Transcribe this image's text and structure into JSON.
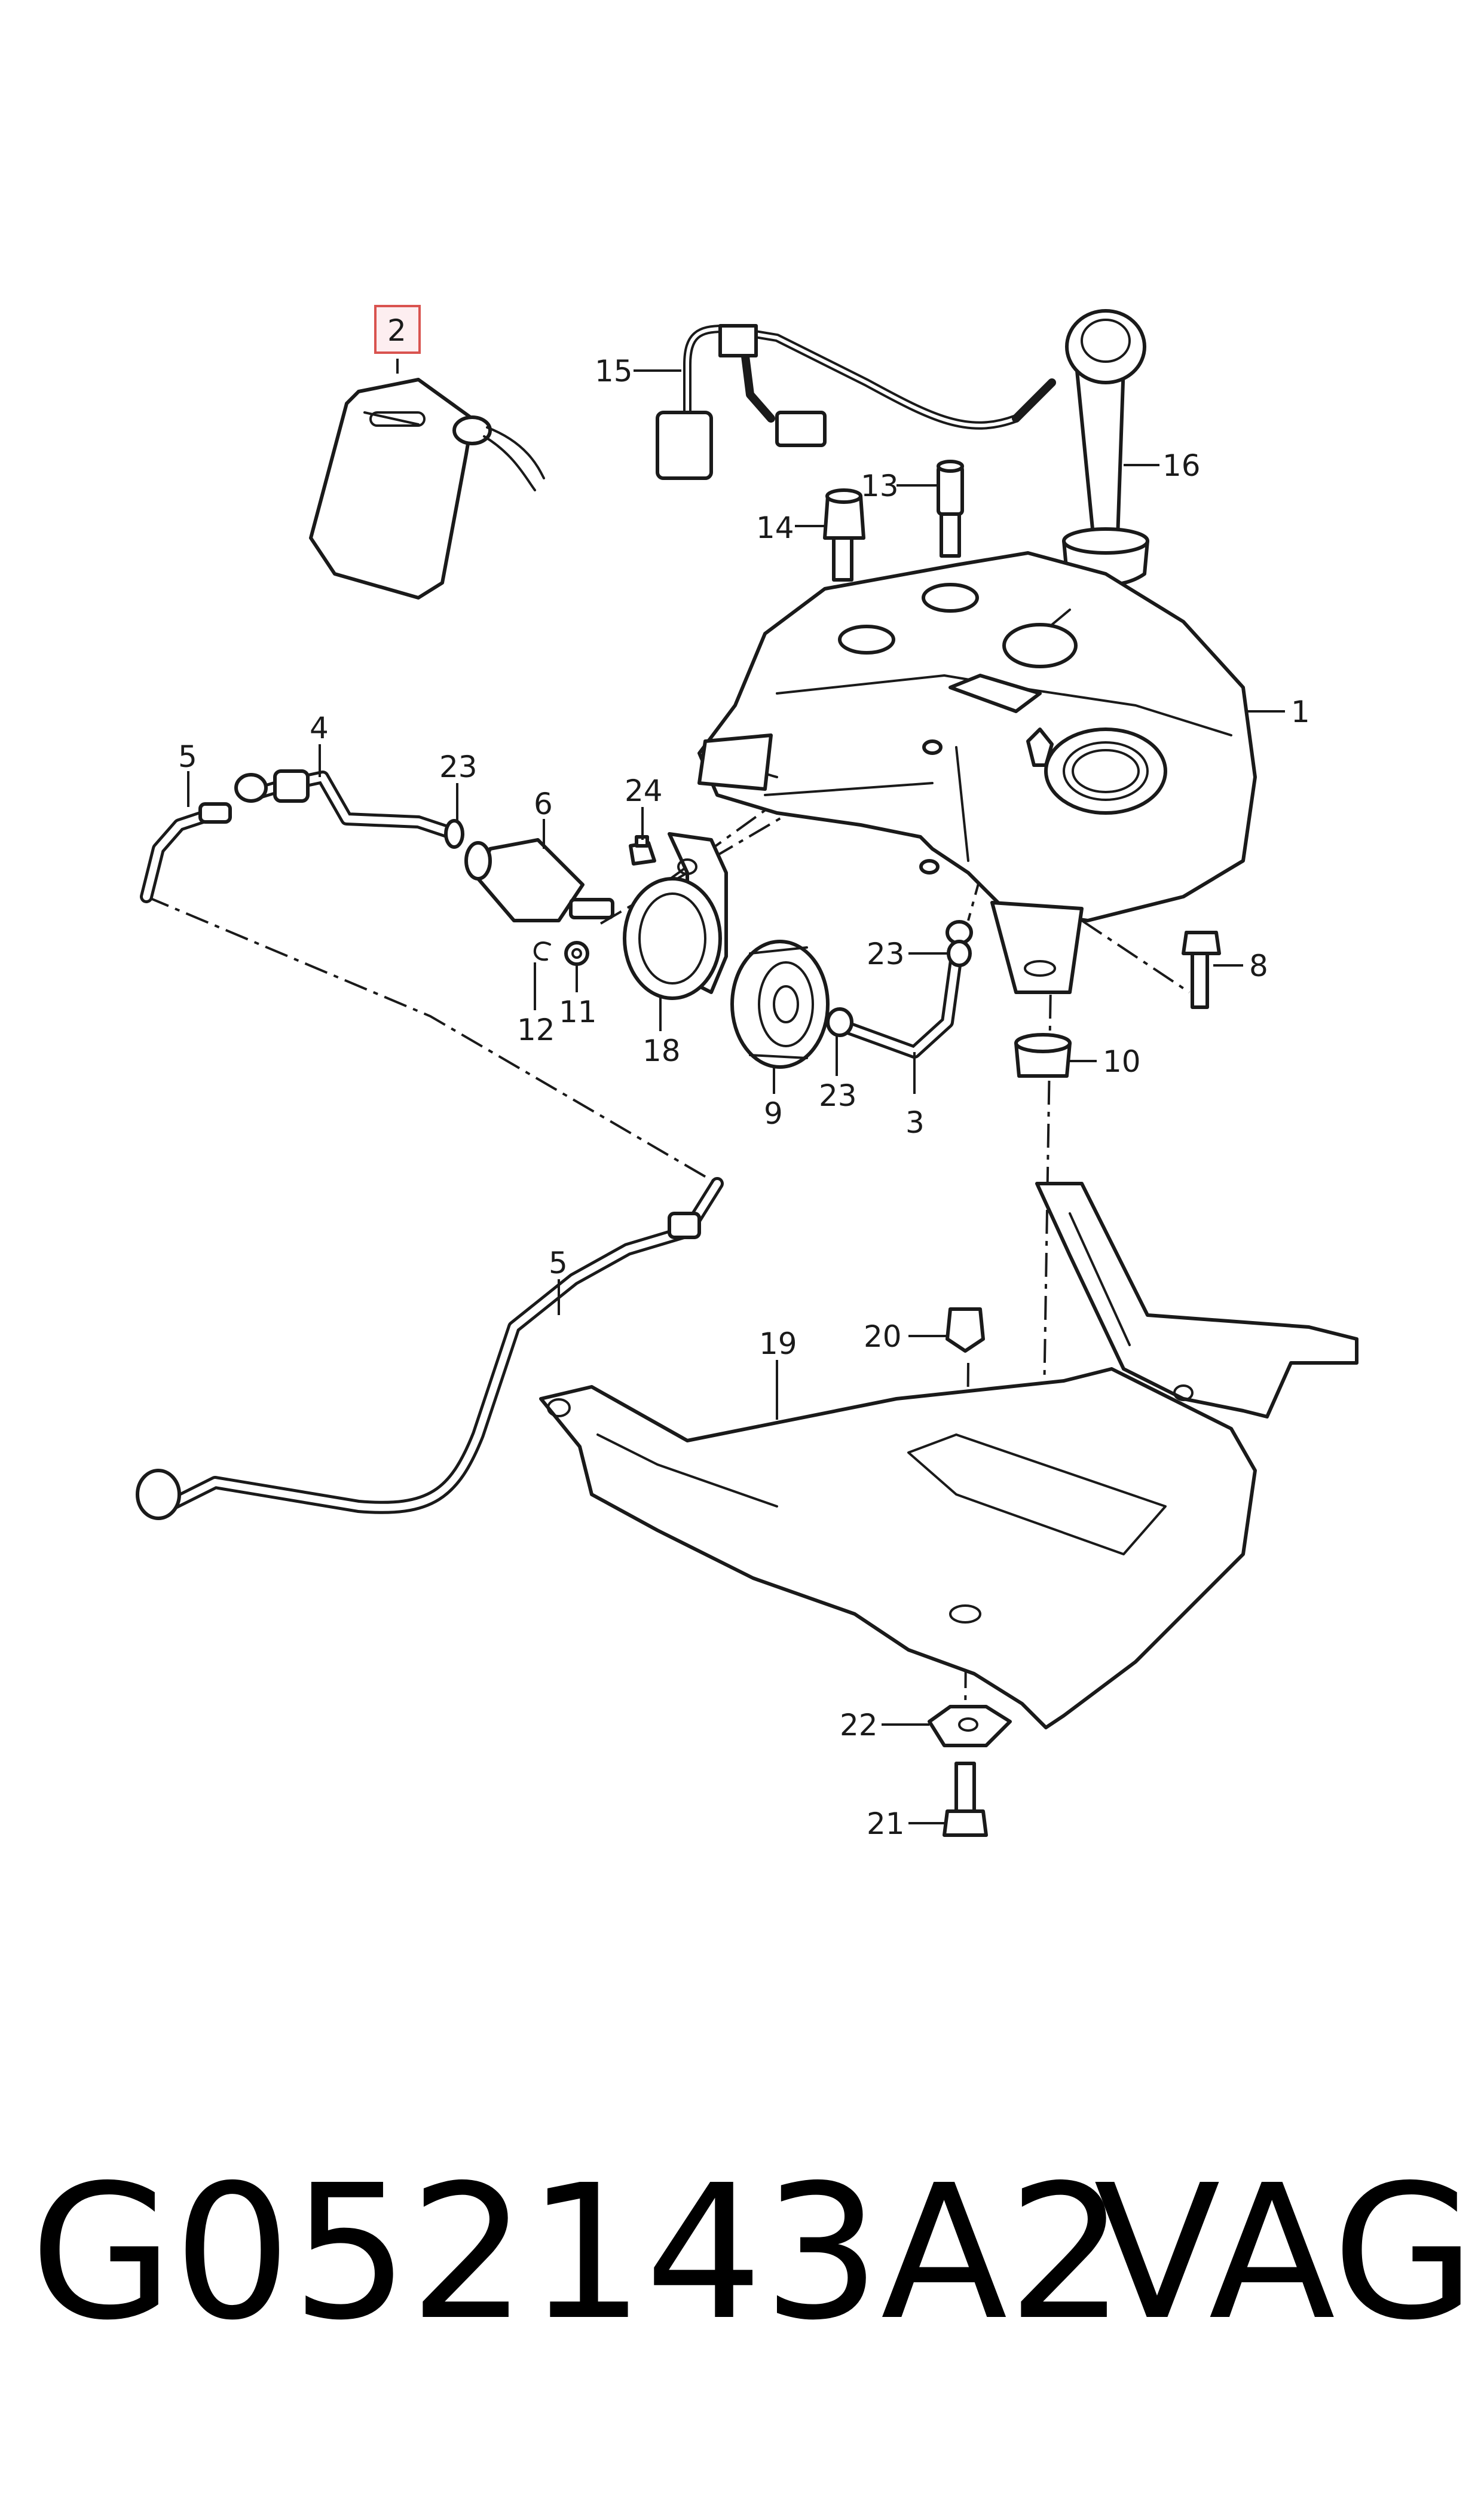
{
  "diagram": {
    "callouts": {
      "c1": "1",
      "c2": "2",
      "c3": "3",
      "c4": "4",
      "c5a": "5",
      "c5b": "5",
      "c6": "6",
      "c8": "8",
      "c9": "9",
      "c10": "10",
      "c11": "11",
      "c12": "12",
      "c13": "13",
      "c14": "14",
      "c15": "15",
      "c16": "16",
      "c18": "18",
      "c19": "19",
      "c20": "20",
      "c21": "21",
      "c22": "22",
      "c23a": "23",
      "c23b": "23",
      "c23c": "23",
      "c24": "24"
    },
    "highlighted_callout": "2",
    "highlight_color": "#d9534f"
  },
  "footer": {
    "part_number": "G052143A2",
    "brand": "VAG"
  }
}
